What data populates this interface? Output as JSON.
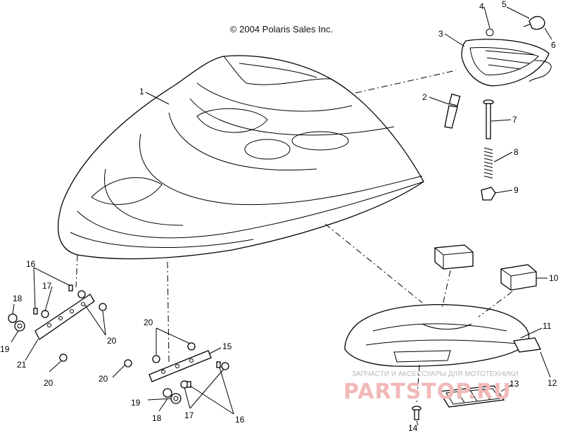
{
  "copyright": "© 2004 Polaris Sales Inc.",
  "callouts": [
    "1",
    "2",
    "3",
    "4",
    "5",
    "6",
    "7",
    "8",
    "9",
    "10",
    "11",
    "12",
    "13",
    "14",
    "15",
    "16",
    "16",
    "17",
    "17",
    "18",
    "18",
    "19",
    "19",
    "20",
    "20",
    "20",
    "20",
    "21"
  ],
  "watermark": {
    "subtitle": "ЗАПЧАСТИ И АКСЕССУАРЫ ДЛЯ МОТОТЕХНИКИ",
    "brand": "PARTSTOP.RU"
  },
  "colors": {
    "line": "#000000",
    "watermark": "#e88a8a"
  }
}
